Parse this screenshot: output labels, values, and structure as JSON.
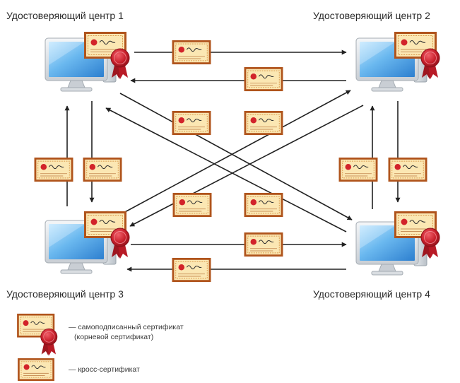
{
  "nodes": [
    {
      "id": "ca1",
      "label": "Удостоверяющий центр 1"
    },
    {
      "id": "ca2",
      "label": "Удостоверяющий центр 2"
    },
    {
      "id": "ca3",
      "label": "Удостоверяющий центр 3"
    },
    {
      "id": "ca4",
      "label": "Удостоверяющий центр 4"
    }
  ],
  "edges": [
    {
      "from": "ca1",
      "to": "ca2",
      "type": "cross-certificate"
    },
    {
      "from": "ca2",
      "to": "ca1",
      "type": "cross-certificate"
    },
    {
      "from": "ca3",
      "to": "ca4",
      "type": "cross-certificate"
    },
    {
      "from": "ca4",
      "to": "ca3",
      "type": "cross-certificate"
    },
    {
      "from": "ca1",
      "to": "ca3",
      "type": "cross-certificate"
    },
    {
      "from": "ca3",
      "to": "ca1",
      "type": "cross-certificate"
    },
    {
      "from": "ca2",
      "to": "ca4",
      "type": "cross-certificate"
    },
    {
      "from": "ca4",
      "to": "ca2",
      "type": "cross-certificate"
    },
    {
      "from": "ca1",
      "to": "ca4",
      "type": "cross-certificate"
    },
    {
      "from": "ca4",
      "to": "ca1",
      "type": "cross-certificate"
    },
    {
      "from": "ca2",
      "to": "ca3",
      "type": "cross-certificate"
    },
    {
      "from": "ca3",
      "to": "ca2",
      "type": "cross-certificate"
    }
  ],
  "legend": {
    "self_signed_line1": "— самоподписанный сертификат",
    "self_signed_line2": "(корневой сертификат)",
    "cross": "— кросс-сертификат"
  },
  "colors": {
    "cert_border": "#b0541c",
    "cert_fill": "#fbe7b3",
    "seal_red": "#c81e2a",
    "ribbon_red": "#9e1620",
    "monitor_blue": "#3a8ed8",
    "arrow": "#222222"
  },
  "icons": {
    "computer": "computer-icon",
    "root_certificate": "root-certificate-icon",
    "cross_certificate": "cross-certificate-icon"
  }
}
